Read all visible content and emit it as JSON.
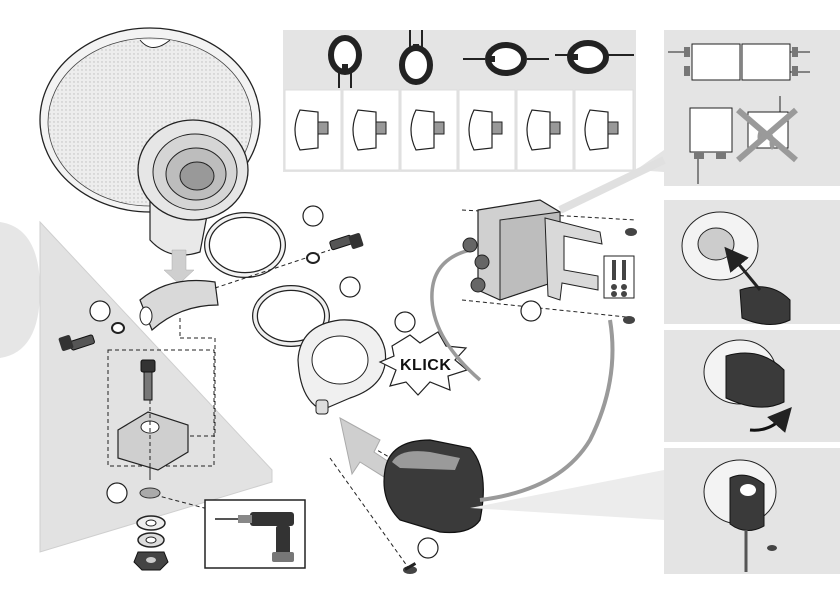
{
  "callouts": {
    "klick_label": "KLICK"
  },
  "mount_options": {
    "top_row_count": 4,
    "bottom_row_count": 6
  },
  "colors": {
    "panel_gray": "#e4e4e4",
    "outline": "#1a1a1a",
    "cable_gray": "#9a9a9a",
    "arrow_gray": "#c8c8c8",
    "part_dark": "#3a3a3a",
    "forbidden_cross": "#9a9a9a"
  },
  "icons": [
    "drill-icon",
    "screw-icon",
    "washer-icon",
    "nut-icon",
    "water-drop-icon",
    "rotate-arrow-icon"
  ]
}
